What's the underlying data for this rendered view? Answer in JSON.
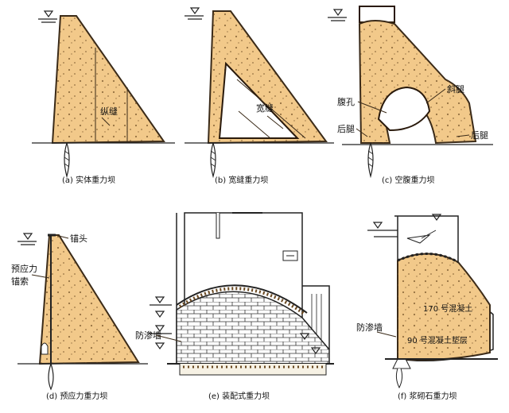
{
  "panels": {
    "a": {
      "caption": "(a) 实体重力坝",
      "labels": {
        "joint": "纵缝"
      }
    },
    "b": {
      "caption": "(b) 宽缝重力坝",
      "labels": {
        "joint": "宽缝"
      }
    },
    "c": {
      "caption": "(c) 空腹重力坝",
      "labels": {
        "hole": "腹孔",
        "slant_leg": "斜腿",
        "rear_leg_left": "后腿",
        "rear_leg_right": "后腿"
      }
    },
    "d": {
      "caption": "(d) 预应力重力坝",
      "labels": {
        "anchor_head": "锚头",
        "prestress_1": "预应力",
        "prestress_2": "锚索"
      }
    },
    "e": {
      "caption": "(e) 装配式重力坝",
      "labels": {
        "seepage_wall": "防渗墙"
      }
    },
    "f": {
      "caption": "(f) 浆砌石重力坝",
      "labels": {
        "seepage_wall": "防渗墙",
        "concrete_170": "170 号混凝土",
        "concrete_90": "90 号混凝土垫层"
      }
    }
  },
  "colors": {
    "dam_fill": "#f2c98a",
    "outline": "#3a2a18",
    "background": "#ffffff"
  }
}
